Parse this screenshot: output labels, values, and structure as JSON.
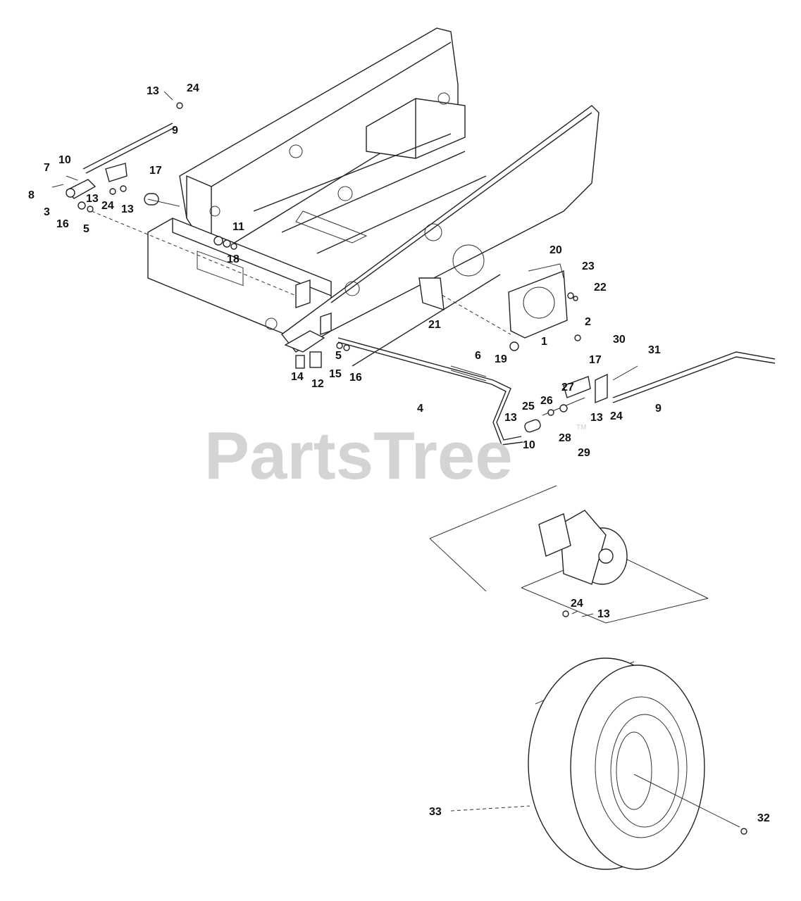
{
  "watermark": {
    "text": "PartsTree",
    "tm": "TM"
  },
  "callouts": [
    {
      "id": "c13a",
      "text": "13"
    },
    {
      "id": "c24a",
      "text": "24"
    },
    {
      "id": "c9a",
      "text": "9"
    },
    {
      "id": "c7",
      "text": "7"
    },
    {
      "id": "c10a",
      "text": "10"
    },
    {
      "id": "c8",
      "text": "8"
    },
    {
      "id": "c3",
      "text": "3"
    },
    {
      "id": "c13b",
      "text": "13"
    },
    {
      "id": "c24b",
      "text": "24"
    },
    {
      "id": "c13c",
      "text": "13"
    },
    {
      "id": "c17a",
      "text": "17"
    },
    {
      "id": "c16a",
      "text": "16"
    },
    {
      "id": "c5a",
      "text": "5"
    },
    {
      "id": "c11",
      "text": "11"
    },
    {
      "id": "c18",
      "text": "18"
    },
    {
      "id": "c20",
      "text": "20"
    },
    {
      "id": "c23",
      "text": "23"
    },
    {
      "id": "c22",
      "text": "22"
    },
    {
      "id": "c21",
      "text": "21"
    },
    {
      "id": "c2",
      "text": "2"
    },
    {
      "id": "c1",
      "text": "1"
    },
    {
      "id": "c19",
      "text": "19"
    },
    {
      "id": "c5b",
      "text": "5"
    },
    {
      "id": "c14",
      "text": "14"
    },
    {
      "id": "c12",
      "text": "12"
    },
    {
      "id": "c15",
      "text": "15"
    },
    {
      "id": "c16b",
      "text": "16"
    },
    {
      "id": "c6",
      "text": "6"
    },
    {
      "id": "c17b",
      "text": "17"
    },
    {
      "id": "c30",
      "text": "30"
    },
    {
      "id": "c31",
      "text": "31"
    },
    {
      "id": "c27",
      "text": "27"
    },
    {
      "id": "c26",
      "text": "26"
    },
    {
      "id": "c25",
      "text": "25"
    },
    {
      "id": "c13d",
      "text": "13"
    },
    {
      "id": "c13e",
      "text": "13"
    },
    {
      "id": "c24c",
      "text": "24"
    },
    {
      "id": "c9b",
      "text": "9"
    },
    {
      "id": "c4",
      "text": "4"
    },
    {
      "id": "c28",
      "text": "28"
    },
    {
      "id": "c10b",
      "text": "10"
    },
    {
      "id": "c29",
      "text": "29"
    },
    {
      "id": "c24d",
      "text": "24"
    },
    {
      "id": "c13f",
      "text": "13"
    },
    {
      "id": "c33",
      "text": "33"
    },
    {
      "id": "c32",
      "text": "32"
    }
  ]
}
